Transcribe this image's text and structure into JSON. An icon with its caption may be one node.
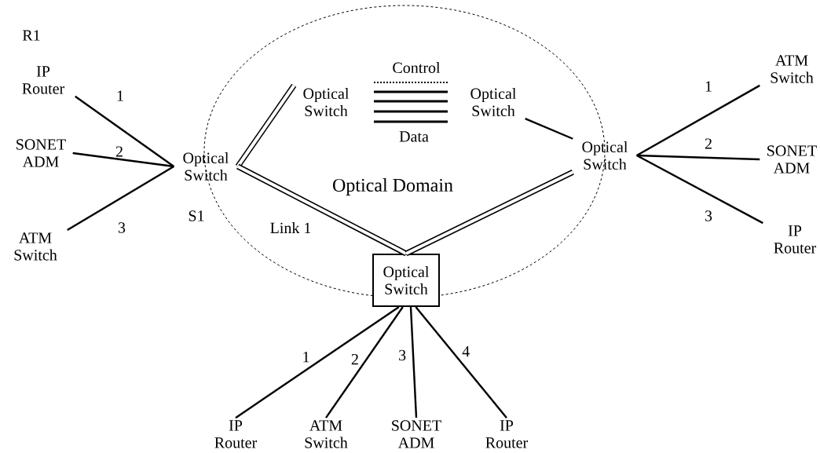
{
  "diagram": {
    "nodes": [
      {
        "text": [
          "Optical Domain"
        ]
      },
      {
        "text": [
          "IP Router"
        ],
        "beside": [
          "R1"
        ]
      },
      {
        "text": [
          "SONET ADM"
        ]
      },
      {
        "text": [
          "ATM Switch"
        ]
      },
      {
        "text": [
          "Optical Switch"
        ],
        "beside": [
          "S1"
        ]
      },
      {
        "text": [
          "Optical Switch"
        ],
        "in": 0
      },
      {
        "text": [
          "Optical Switch"
        ],
        "in": 0
      },
      {
        "text": [
          "Optical Switch"
        ]
      },
      {
        "text": [
          "ATM Switch"
        ]
      },
      {
        "text": [
          "SONET ADM"
        ]
      },
      {
        "text": [
          "IP Router"
        ]
      },
      {
        "text": [
          "Optical Switch"
        ]
      },
      {
        "text": [
          "IP Router"
        ]
      },
      {
        "text": [
          "ATM Switch"
        ]
      },
      {
        "text": [
          "SONET ADM"
        ]
      },
      {
        "text": [
          "IP Router"
        ]
      }
    ],
    "edges": [
      {
        "from": 1,
        "to": 4,
        "arrow": "none",
        "label": "1"
      },
      {
        "from": 2,
        "to": 4,
        "arrow": "none",
        "label": "2"
      },
      {
        "from": 3,
        "to": 4,
        "arrow": "none",
        "label": "3"
      },
      {
        "from": 4,
        "to": 5,
        "arrow": "none",
        "style": "thick"
      },
      {
        "from": 4,
        "to": 11,
        "arrow": "none",
        "style": "thick",
        "label": "Link 1"
      },
      {
        "from": 6,
        "to": 7,
        "arrow": "none"
      },
      {
        "from": 7,
        "to": 11,
        "arrow": "none",
        "style": "thick"
      },
      {
        "from": 7,
        "to": 8,
        "arrow": "none",
        "label": "1"
      },
      {
        "from": 7,
        "to": 9,
        "arrow": "none",
        "label": "2"
      },
      {
        "from": 7,
        "to": 10,
        "arrow": "none",
        "label": "3"
      },
      {
        "from": 11,
        "to": 12,
        "arrow": "none",
        "label": "1"
      },
      {
        "from": 11,
        "to": 13,
        "arrow": "none",
        "label": "2"
      },
      {
        "from": 11,
        "to": 14,
        "arrow": "none",
        "label": "3"
      },
      {
        "from": 11,
        "to": 15,
        "arrow": "none",
        "label": "4"
      }
    ],
    "legend": [
      {
        "text": "Control"
      },
      {
        "text": "Data"
      }
    ]
  }
}
